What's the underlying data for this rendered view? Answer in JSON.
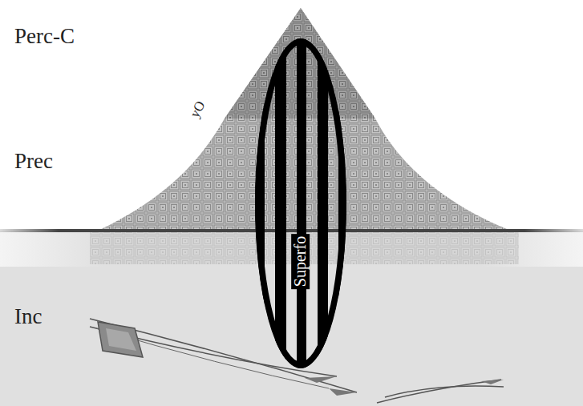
{
  "diagram": {
    "nodes": [
      {
        "text": [
          "Superfo"
        ]
      }
    ],
    "labels": [
      "Perc-C",
      "Prec",
      "Inc",
      "yO"
    ]
  }
}
